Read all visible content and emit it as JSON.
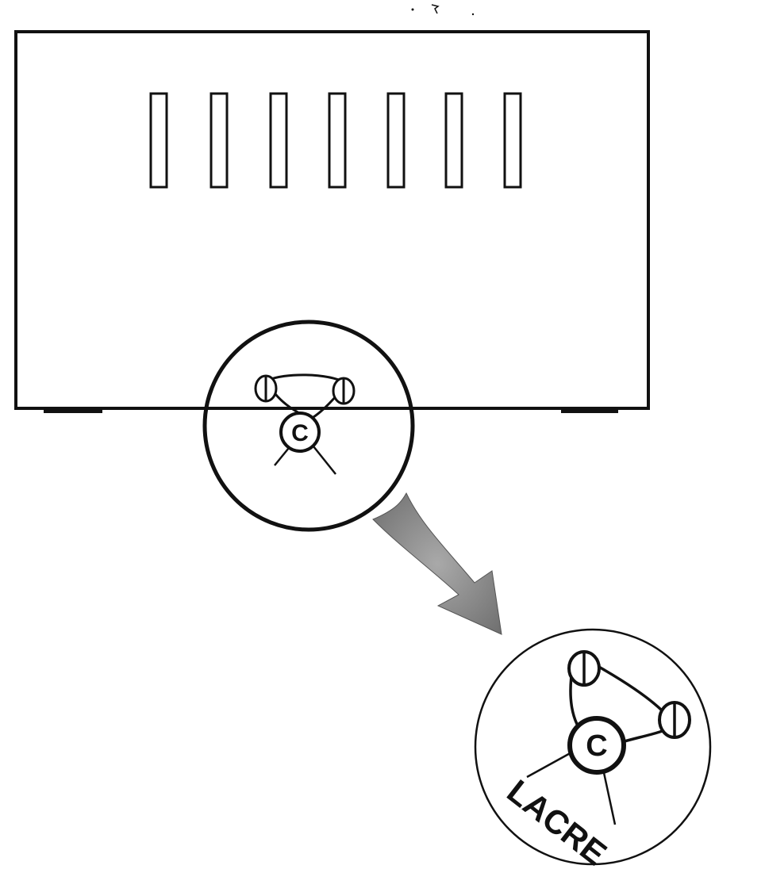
{
  "diagram": {
    "seal_letter": "C",
    "seal_label": "LACRE",
    "vent_slot_count": 7,
    "colors": {
      "ink": "#111111",
      "arrow": "#8a8a8a",
      "background": "#ffffff"
    }
  }
}
